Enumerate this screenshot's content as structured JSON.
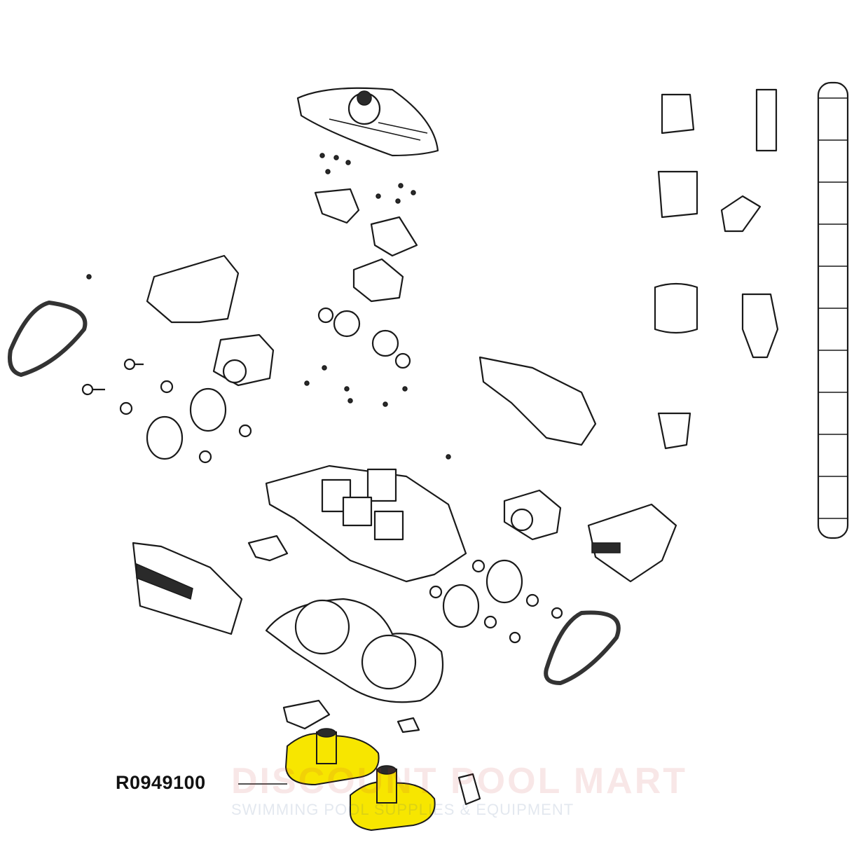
{
  "callout": {
    "part_number": "R0949100"
  },
  "watermark": {
    "title": "DISCOUNT POOL MART",
    "subtitle": "SWIMMING POOL SUPPLIES & EQUIPMENT"
  },
  "colors": {
    "highlight": "#f7e600",
    "line": "#1a1a1a",
    "background": "#ffffff"
  }
}
